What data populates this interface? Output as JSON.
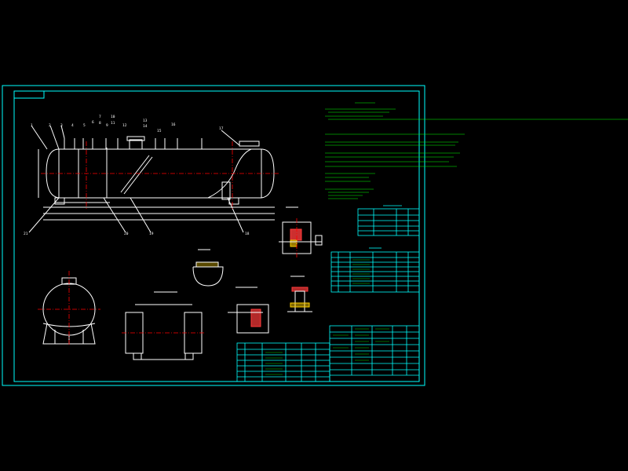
{
  "colors": {
    "background": "#000000",
    "frame": "#00ffff",
    "object": "#ffffff",
    "centerline": "#ff0000",
    "notes": "#00ff00",
    "hatch": "#ff3b3b",
    "weld": "#ffd000",
    "accent": "#ff00ff"
  },
  "balloons": {
    "top": [
      "1",
      "2",
      "3",
      "4",
      "5",
      "6",
      "7",
      "8",
      "9",
      "10",
      "11",
      "12",
      "13",
      "14",
      "15",
      "16",
      "17"
    ],
    "bottom_left": "21",
    "bottom": [
      "20",
      "19",
      "18"
    ]
  }
}
